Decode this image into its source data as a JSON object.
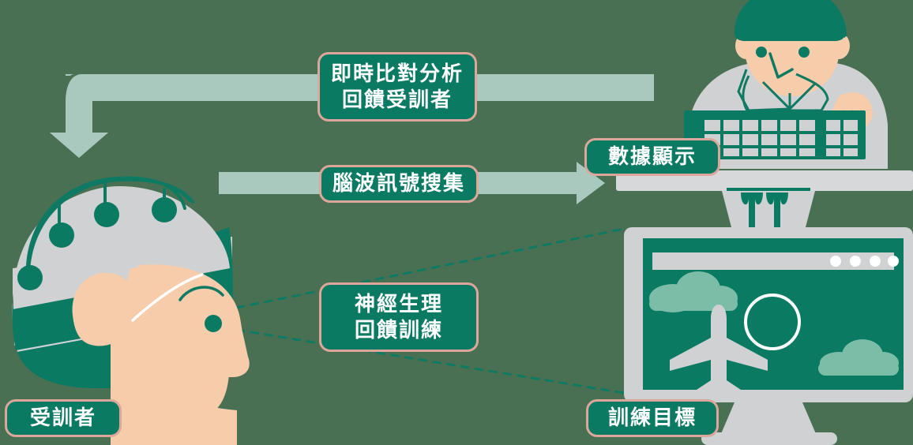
{
  "diagram": {
    "title": "Neurofeedback EEG training loop",
    "background_color": "#4a7053"
  },
  "palette": {
    "background": "#4a7053",
    "chip_fill": "#0b7a63",
    "chip_border": "#dca79a",
    "chip_text": "#ffffff",
    "arrow_pale": "#a9c9bf",
    "deep_green": "#0b7a63",
    "grey": "#cfd1d2",
    "light_grey": "#d6d8d9",
    "skin": "#f6ccab",
    "cloud_green": "#7cbda8",
    "dashed_line": "#0e7a63"
  },
  "labels": {
    "feedback_analysis": {
      "name": "feedback-analysis",
      "lines": [
        "即時比對分析",
        "回饋受訓者"
      ]
    },
    "signal_collect": {
      "name": "signal-collect",
      "lines": [
        "腦波訊號搜集"
      ]
    },
    "data_display": {
      "name": "data-display",
      "lines": [
        "數據顯示"
      ]
    },
    "neuro_training": {
      "name": "neuro-training",
      "lines": [
        "神經生理",
        "回饋訓練"
      ]
    },
    "trainee": {
      "name": "trainee",
      "lines": [
        "受訓者"
      ]
    },
    "training_goal": {
      "name": "training-goal",
      "lines": [
        "訓練目標"
      ]
    }
  },
  "arrows": [
    {
      "name": "feedback-arrow",
      "direction": "right-to-left-then-down",
      "color": "#a9c9bf",
      "from": "operator-station",
      "to": "trainee-head"
    },
    {
      "name": "signal-arrow",
      "direction": "left-to-right",
      "color": "#a9c9bf",
      "from": "trainee-head",
      "to": "operator-station"
    }
  ],
  "sight_lines": {
    "name": "gaze-dashed-lines",
    "count": 2,
    "color": "#0e7a63",
    "style": "dashed",
    "from": "trainee-eye",
    "to": "training-monitor"
  },
  "figures": {
    "trainee": {
      "name": "trainee-head-with-eeg-cap",
      "electrode_count": 4,
      "cap_color": "#cfd1d2",
      "band_color": "#0b7a63",
      "skin_color": "#f6ccab"
    },
    "operator": {
      "name": "operator-at-keyboard",
      "cap_color": "#0b7a63",
      "coat_color": "#cfd1d2",
      "keyboard_color": "#0b7a63",
      "key_color": "#cfd1d2"
    }
  },
  "monitor": {
    "name": "training-monitor",
    "screen_color": "#0b7a63",
    "titlebar_dots": 4,
    "scene_items": [
      "cloud",
      "cloud",
      "airplane",
      "target-ring"
    ]
  }
}
